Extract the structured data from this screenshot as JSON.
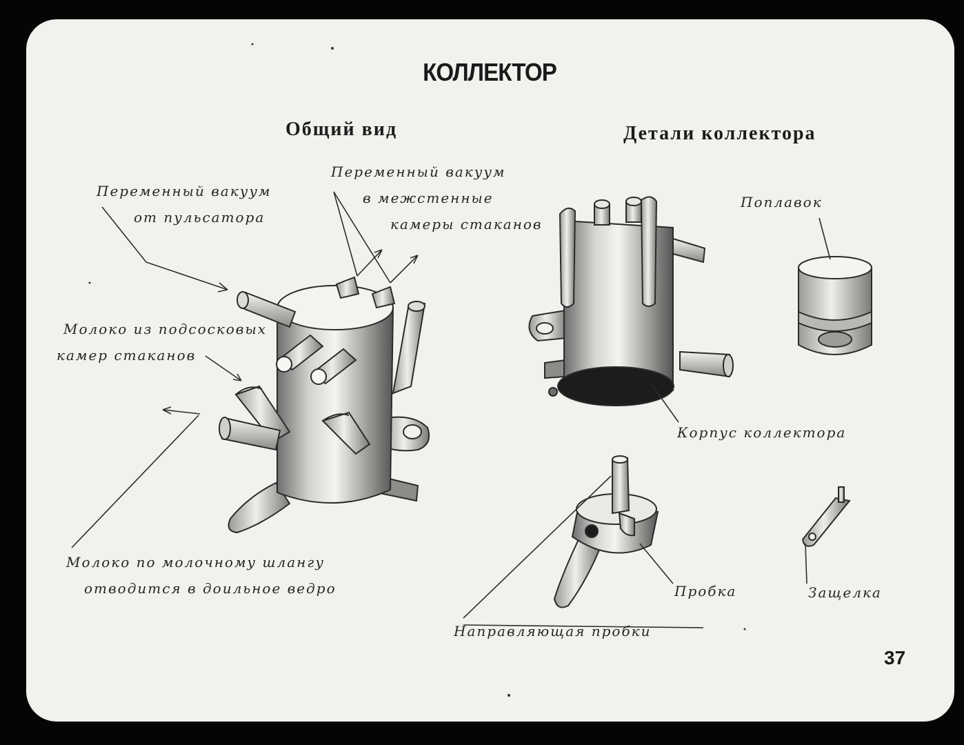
{
  "title": "КОЛЛЕКТОР",
  "sections": {
    "general": "Общий вид",
    "details": "Детали коллектора"
  },
  "labels": {
    "vacuum_pulsator": [
      "Переменный вакуум",
      "от пульсатора"
    ],
    "vacuum_chambers": [
      "Переменный вакуум",
      "в межстенные",
      "камеры стаканов"
    ],
    "milk_from_chambers": [
      "Молоко из подсосковых",
      "камер стаканов"
    ],
    "milk_to_bucket": [
      "Молоко по молочному шлангу",
      "отводится в доильное ведро"
    ],
    "float": "Поплавок",
    "body": "Корпус коллектора",
    "plug": "Пробка",
    "plug_guide": "Направляющая пробки",
    "latch": "Защелка"
  },
  "page_number": "37"
}
